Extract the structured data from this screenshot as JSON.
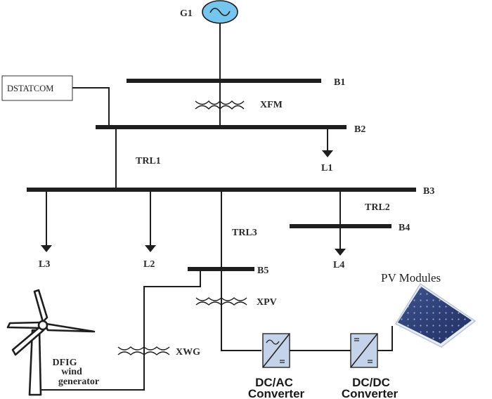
{
  "diagram": {
    "type": "single-line power system diagram",
    "generator": {
      "label": "G1",
      "symbol": "ac-source (~)",
      "color": "#74c6ee"
    },
    "buses": [
      {
        "id": "B1",
        "label": "B1"
      },
      {
        "id": "B2",
        "label": "B2"
      },
      {
        "id": "B3",
        "label": "B3"
      },
      {
        "id": "B4",
        "label": "B4"
      },
      {
        "id": "B5",
        "label": "B5"
      }
    ],
    "transformers": [
      {
        "id": "XFM",
        "label": "XFM",
        "between": [
          "B1",
          "B2"
        ]
      },
      {
        "id": "XPV",
        "label": "XPV",
        "between": [
          "B5",
          "DC/AC Converter"
        ]
      },
      {
        "id": "XWG",
        "label": "XWG",
        "between": [
          "B5",
          "DFIG wind generator"
        ]
      }
    ],
    "lines": [
      {
        "id": "TRL1",
        "label": "TRL1",
        "between": [
          "B2",
          "B3"
        ]
      },
      {
        "id": "TRL2",
        "label": "TRL2",
        "between": [
          "B3",
          "B4"
        ]
      },
      {
        "id": "TRL3",
        "label": "TRL3",
        "between": [
          "B3",
          "B5"
        ]
      }
    ],
    "loads": [
      {
        "id": "L1",
        "label": "L1",
        "bus": "B2"
      },
      {
        "id": "L2",
        "label": "L2",
        "bus": "B3"
      },
      {
        "id": "L3",
        "label": "L3",
        "bus": "B3"
      },
      {
        "id": "L4",
        "label": "L4",
        "bus": "B4"
      }
    ],
    "dstatcom": {
      "label": "DSTATCOM",
      "bus": "B2"
    },
    "wind": {
      "line1": "DFIG",
      "line2": "wind",
      "line3": "generator"
    },
    "converters": [
      {
        "id": "dcac",
        "line1": "DC/AC",
        "line2": "Converter",
        "top_symbol": "~",
        "bottom_symbol": "="
      },
      {
        "id": "dcdc",
        "line1": "DC/DC",
        "line2": "Converter",
        "top_symbol": "=",
        "bottom_symbol": "="
      }
    ],
    "pv": {
      "label": "PV Modules"
    },
    "colors": {
      "converter_fill": "#c4d3ea",
      "pv_panel": "#2c3f78",
      "line": "#1e1e1e"
    }
  }
}
